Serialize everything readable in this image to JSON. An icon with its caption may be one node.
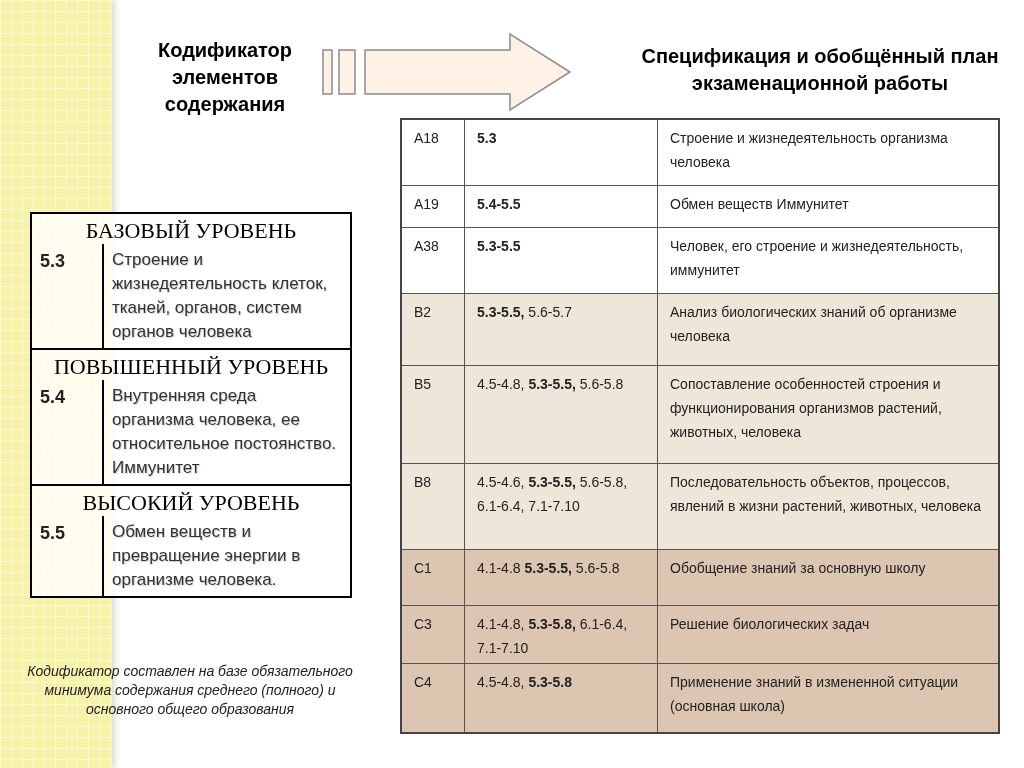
{
  "diagram": {
    "nodes": [
      {
        "text": [
          "Кодификатор элементов содержания"
        ]
      },
      {
        "text": [
          "Спецификация и обобщённый план экзаменационной работы"
        ]
      }
    ],
    "edges": [
      {
        "from": 0,
        "to": 1,
        "arrow": "to"
      }
    ],
    "labels": [
      "5.3",
      "Строение и жизнедеятельность клеток, тканей, органов, систем органов человека",
      "БАЗОВЫЙ УРОВЕНЬ",
      "5.4",
      "Внутренняя среда организма человека, ее относительное постоянство. Иммунитет",
      "ПОВЫШЕННЫЙ УРОВЕНЬ",
      "5.5",
      "Обмен веществ и превращение энергии в организме человека.",
      "ВЫСОКИЙ УРОВЕНЬ",
      "А18",
      "5.3",
      "Строение и жизнедеятельность организма человека",
      "А19",
      "5.4-5.5",
      "Обмен веществ Иммунитет",
      "А38",
      "5.3-5.5",
      "Человек, его строение и жизнедеятельность, иммунитет",
      "В2",
      "**5.3-5.5,** 5.6-5.7",
      "Анализ биологических знаний об организме человека",
      "В5",
      "4.5-4.8, **5.3-5.5,** 5.6-5.8",
      "Сопоставление особенностей строения и функционирования организмов растений, животных, человека",
      "В8",
      "4.5-4.6, **5.3-5.5,** 5.6-5.8, 6.1-6.4, 7.1-7.10",
      "Последовательность объектов, процессов, явлений в жизни растений, животных, человека",
      "С1",
      "4.1-4.8 **5.3-5.5,** 5.6-5.8",
      "Обобщение знаний за основную школу",
      "С3",
      "4.1-4.8, **5.3-5.8,** 6.1-6.4, 7.1-7.10",
      "Решение биологических задач",
      "С4",
      "4.5-4.8, **5.3-5.8**",
      "Применение знаний в измененной ситуации (основная школа)"
    ],
    "caption": "Кодификатор составлен на базе обязательного минимума содержания среднего (полного) и основного общего образования"
  }
}
